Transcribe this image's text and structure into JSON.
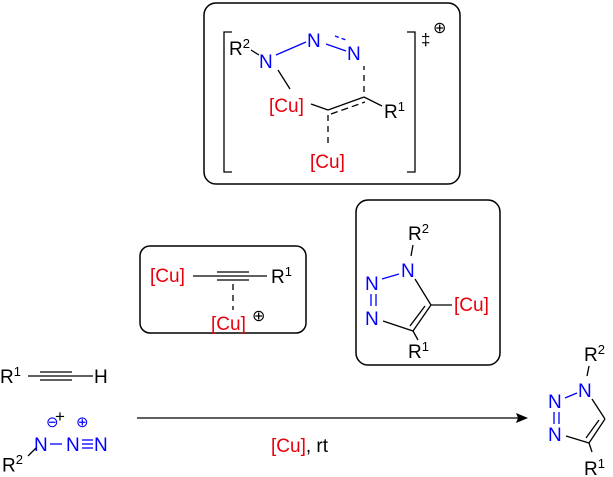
{
  "transition_state": {
    "r2": "R",
    "r2_sup": "2",
    "n1": "N",
    "n2": "N",
    "n3": "N",
    "cu1": "[Cu]",
    "cu2": "[Cu]",
    "r1": "R",
    "r1_sup": "1",
    "dagger": "‡",
    "charge": "⊕"
  },
  "acetylide_complex": {
    "cu1": "[Cu]",
    "cu2": "[Cu]",
    "r1": "R",
    "r1_sup": "1",
    "charge": "⊕"
  },
  "cu_triazolide": {
    "r2": "R",
    "r2_sup": "2",
    "n1": "N",
    "n2": "N",
    "n3": "N",
    "cu": "[Cu]",
    "r1": "R",
    "r1_sup": "1"
  },
  "reactants": {
    "alkyne_r1": "R",
    "alkyne_r1_sup": "1",
    "alkyne_h": "H",
    "plus": "+",
    "azide_neg": "⊖",
    "azide_pos": "⊕",
    "azide_n1": "N",
    "azide_n2": "N",
    "azide_n3": "N",
    "azide_r2": "R",
    "azide_r2_sup": "2"
  },
  "conditions": {
    "catalyst": "[Cu]",
    "rest": ", rt"
  },
  "product": {
    "r2": "R",
    "r2_sup": "2",
    "n1": "N",
    "n2": "N",
    "n3": "N",
    "r1": "R",
    "r1_sup": "1"
  }
}
